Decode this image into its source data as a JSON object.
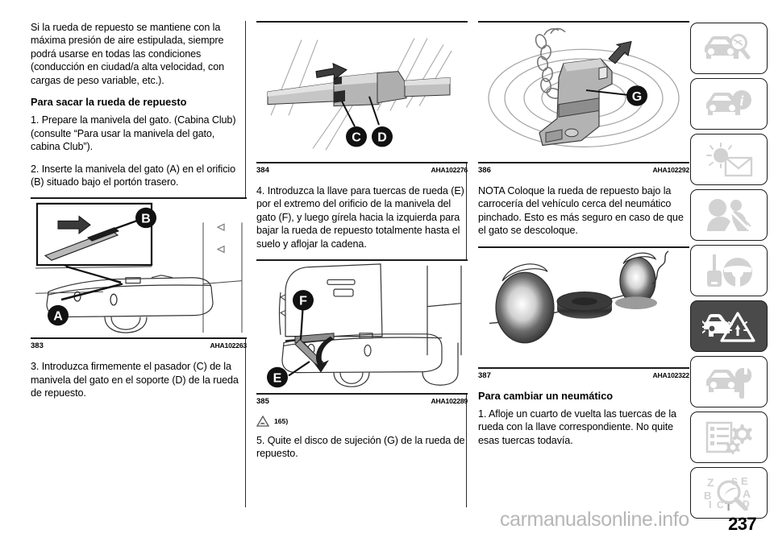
{
  "page": {
    "number": "237",
    "watermark": "carmanualsonline.info"
  },
  "column1": {
    "paragraph_intro": "Si la rueda de repuesto se mantiene con la máxima presión de aire estipulada, siempre podrá usarse en todas las condiciones (conducción en ciudad/a alta velocidad, con cargas de peso variable, etc.).",
    "heading": "Para sacar la rueda de repuesto",
    "step_1": "1. Prepare la manivela del gato. (Cabina Club) (consulte “Para usar la manivela del gato, cabina Club”).",
    "step_2": "2. Inserte la manivela del gato (A) en el orificio (B) situado bajo el portón trasero.",
    "figure_383": {
      "number": "383",
      "code": "AHA102263",
      "callouts": [
        "A",
        "B"
      ],
      "description": "vista trasera del vehículo con la manivela del gato insertada bajo el portón trasero"
    },
    "step_3": "3. Introduzca firmemente el pasador (C) de la manivela del gato en el soporte (D) de la rueda de repuesto."
  },
  "column2": {
    "figure_384": {
      "number": "384",
      "code": "AHA102276",
      "callouts": [
        "C",
        "D"
      ],
      "description": "detalle del pasador de la manivela del gato acoplado al soporte"
    },
    "step_4": "4. Introduzca la llave para tuercas de rueda (E) por el extremo del orificio de la manivela del gato (F), y luego gírela hacia la izquierda para bajar la rueda de repuesto totalmente hasta el suelo y aflojar la cadena.",
    "figure_385": {
      "number": "385",
      "code": "AHA102289",
      "callouts": [
        "E",
        "F"
      ],
      "description": "llave para tuercas insertada en la manivela del gato bajo el parachoques trasero"
    },
    "warning": {
      "icon": "warning-triangle-icon",
      "reference": "165)"
    },
    "step_5": "5. Quite el disco de sujeción (G) de la rueda de repuesto."
  },
  "column3": {
    "figure_386": {
      "number": "386",
      "code": "AHA102292",
      "callouts": [
        "G"
      ],
      "description": "disco de sujeción con cadena sobre la llanta de la rueda de repuesto"
    },
    "note": "NOTA  Coloque la rueda de repuesto bajo la carrocería del vehículo cerca del neumático pinchado. Esto es más seguro en caso de que el gato se descoloque.",
    "figure_387": {
      "number": "387",
      "code": "AHA102322",
      "callouts": [],
      "description": "vista lateral del vehículo con la rueda de repuesto colocada bajo la carrocería"
    },
    "heading": "Para cambiar un neumático",
    "step_1": "1. Afloje un cuarto de vuelta las tuercas de la rueda con la llave correspondiente. No quite esas tuercas todavía."
  },
  "sidebar": {
    "tabs": [
      {
        "id": "tab-dashboard-overview",
        "icon": "car-magnifier-icon",
        "active": false
      },
      {
        "id": "tab-vehicle-info",
        "icon": "car-info-icon",
        "active": false
      },
      {
        "id": "tab-lights-wipers",
        "icon": "sun-envelope-icon",
        "active": false
      },
      {
        "id": "tab-safety-restraints",
        "icon": "seatbelt-airbag-icon",
        "active": false
      },
      {
        "id": "tab-starting-driving",
        "icon": "key-steering-wheel-icon",
        "active": false
      },
      {
        "id": "tab-emergency",
        "icon": "car-hazard-triangle-icon",
        "active": true
      },
      {
        "id": "tab-maintenance",
        "icon": "car-wrench-icon",
        "active": false
      },
      {
        "id": "tab-specifications",
        "icon": "list-gears-icon",
        "active": false
      },
      {
        "id": "tab-alphabetical-index",
        "icon": "letters-magnifier-icon",
        "active": false
      }
    ],
    "index_letters": [
      "Z",
      "B",
      "I",
      "C",
      "T",
      "S",
      "E",
      "A",
      "D"
    ],
    "colors": {
      "inactive_icon": "#d2d2d2",
      "active_background": "#4a4a4a",
      "active_icon": "#ffffff",
      "border": "#1c1c1c"
    }
  }
}
